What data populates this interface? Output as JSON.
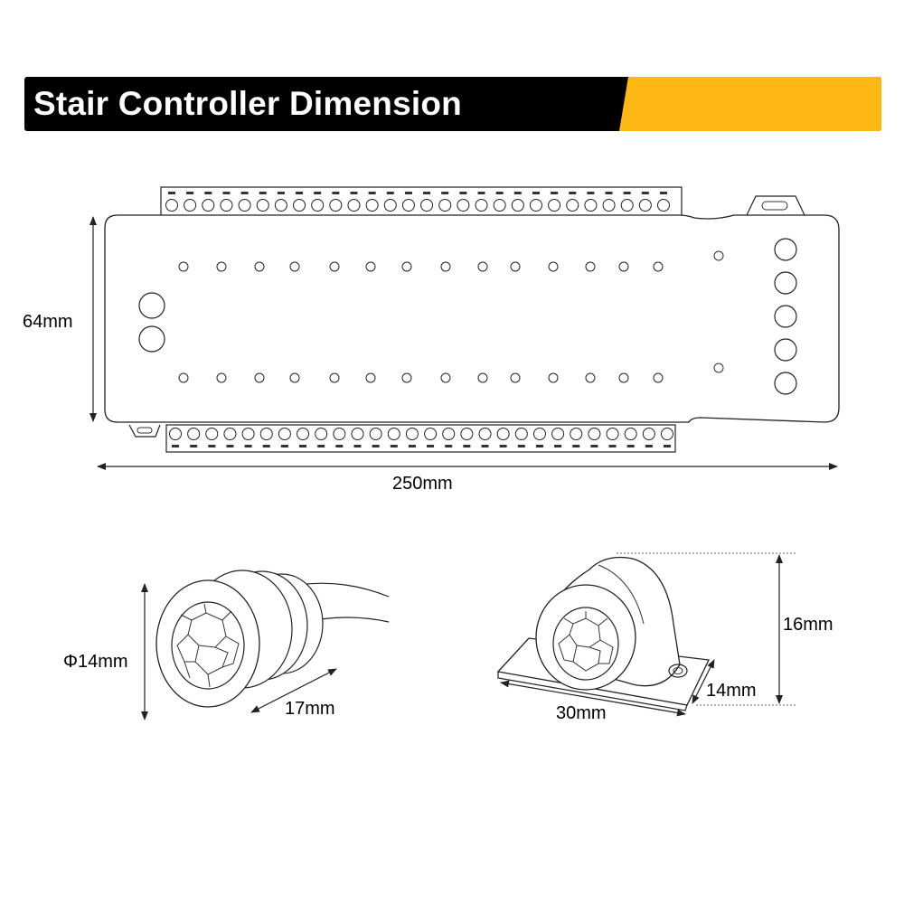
{
  "title": "Stair Controller Dimension",
  "colors": {
    "banner_bg": "#000000",
    "banner_accent": "#FDB813",
    "title_text": "#FFFFFF",
    "line": "#222222"
  },
  "controller": {
    "height_label": "64mm",
    "width_label": "250mm",
    "terminal_count_top": 28,
    "terminal_count_bottom": 28,
    "hole_count_per_row": 14
  },
  "round_sensor": {
    "diameter_label": "Φ14mm",
    "length_label": "17mm"
  },
  "mount_sensor": {
    "height_label": "16mm",
    "depth_label": "14mm",
    "width_label": "30mm"
  }
}
